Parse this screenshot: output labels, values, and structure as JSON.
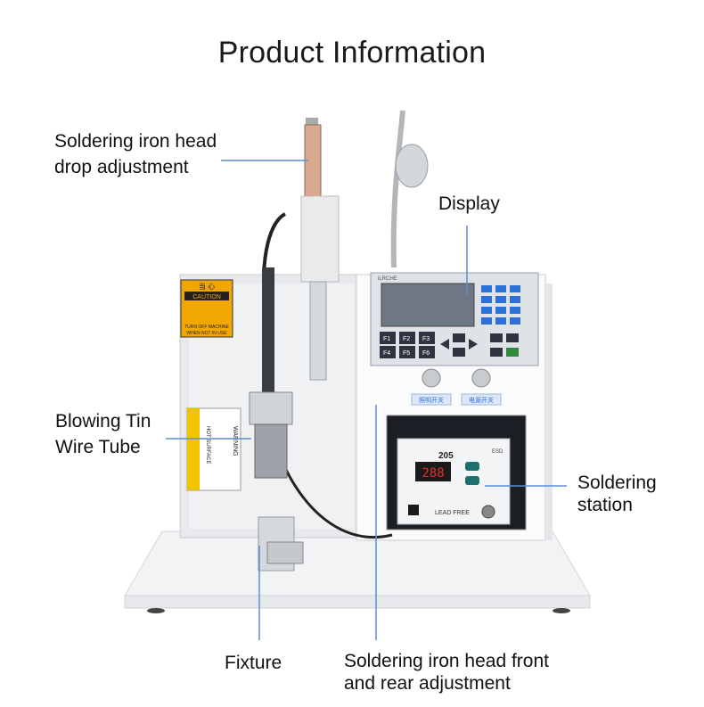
{
  "page_title": "Product Information",
  "callouts": {
    "drop_adjustment": {
      "line1": "Soldering iron head",
      "line2": "drop adjustment"
    },
    "display": {
      "text": "Display"
    },
    "blowing_tin": {
      "line1": "Blowing Tin",
      "line2": "Wire Tube"
    },
    "soldering_station": {
      "line1": "Soldering",
      "line2": "station"
    },
    "fixture": {
      "text": "Fixture"
    },
    "front_rear": {
      "line1": "Soldering iron head front",
      "line2": "and rear adjustment"
    }
  },
  "machine_labels": {
    "caution_title": "CAUTION",
    "caution_cn": "当 心",
    "caution_text1": "TURN OFF MACHINE",
    "caution_text2": "WHEN NOT IN USE",
    "warning": "WARNING",
    "hot_surface": "HOT SURFACE",
    "panel_brand": "iLRCHE",
    "f_keys": [
      "F1",
      "F2",
      "F3",
      "F4",
      "F5",
      "F6"
    ],
    "station_readout": "205",
    "station_led": "288",
    "station_esd": "ESD",
    "station_lead_free": "LEAD FREE",
    "switch_light": "照明开关",
    "switch_power": "电源开关"
  },
  "colors": {
    "callout_line": "#5b8fd6",
    "caution_bg": "#f2a700",
    "panel_blue": "#2f6fd8"
  }
}
